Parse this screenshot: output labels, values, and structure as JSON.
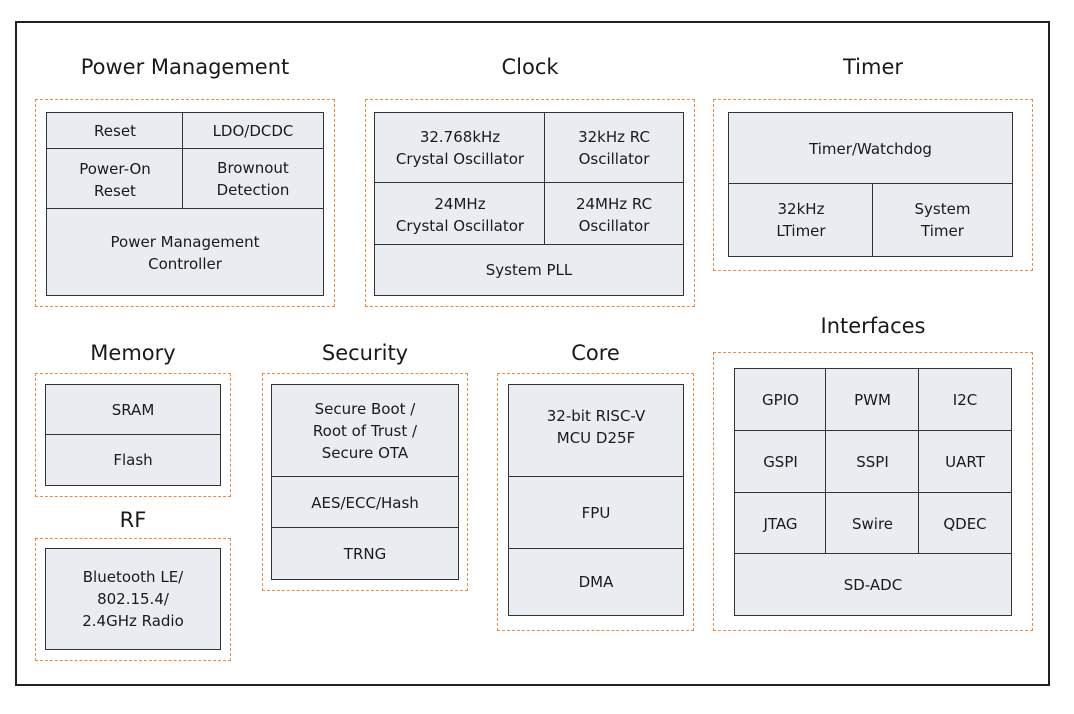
{
  "colors": {
    "frame": "#222222",
    "dashed_border": "#f0883a",
    "cell_fill": "#e9ecf1",
    "cell_border": "#333333"
  },
  "power": {
    "title": "Power Management",
    "reset": "Reset",
    "ldo": "LDO/DCDC",
    "por": "Power-On\nReset",
    "brownout": "Brownout\nDetection",
    "controller": "Power Management\nController"
  },
  "clock": {
    "title": "Clock",
    "xtal32k": "32.768kHz\nCrystal Oscillator",
    "rc32k": "32kHz RC\nOscillator",
    "xtal24m": "24MHz\nCrystal Oscillator",
    "rc24m": "24MHz  RC\nOscillator",
    "pll": "System PLL"
  },
  "timer": {
    "title": "Timer",
    "watchdog": "Timer/Watchdog",
    "ltimer": "32kHz\nLTimer",
    "systimer": "System\nTimer"
  },
  "memory": {
    "title": "Memory",
    "sram": "SRAM",
    "flash": "Flash"
  },
  "rf": {
    "title": "RF",
    "radio": "Bluetooth LE/\n802.15.4/\n2.4GHz Radio"
  },
  "security": {
    "title": "Security",
    "boot": "Secure Boot /\nRoot of Trust /\nSecure OTA",
    "crypto": "AES/ECC/Hash",
    "trng": "TRNG"
  },
  "core": {
    "title": "Core",
    "mcu": "32-bit RISC-V\nMCU D25F",
    "fpu": "FPU",
    "dma": "DMA"
  },
  "interfaces": {
    "title": "Interfaces",
    "gpio": "GPIO",
    "pwm": "PWM",
    "i2c": "I2C",
    "gspi": "GSPI",
    "sspi": "SSPI",
    "uart": "UART",
    "jtag": "JTAG",
    "swire": "Swire",
    "qdec": "QDEC",
    "sdadc": "SD-ADC"
  }
}
